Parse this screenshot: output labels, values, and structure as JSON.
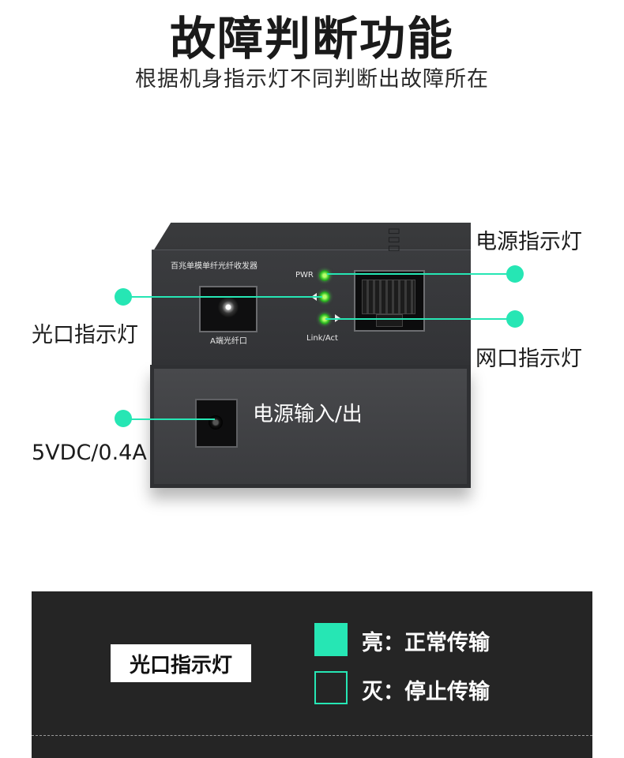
{
  "title": "故障判断功能",
  "subtitle": "根据机身指示灯不同判断出故障所在",
  "device": {
    "model_label": "百兆单模单纤光纤收发器",
    "fiber_port_label": "A端光纤口",
    "pwr_label": "PWR",
    "link_label": "Link/Act",
    "power_io_label": "电源输入/出"
  },
  "callouts": {
    "power_led": "电源指示灯",
    "fiber_led": "光口指示灯",
    "network_led": "网口指示灯",
    "power_spec": "5VDC/0.4A"
  },
  "legend": {
    "indicator_name": "光口指示灯",
    "on_text": "亮：正常传输",
    "off_text": "灭：停止传输"
  },
  "colors": {
    "accent": "#26e6b4",
    "panel": "#252525"
  }
}
